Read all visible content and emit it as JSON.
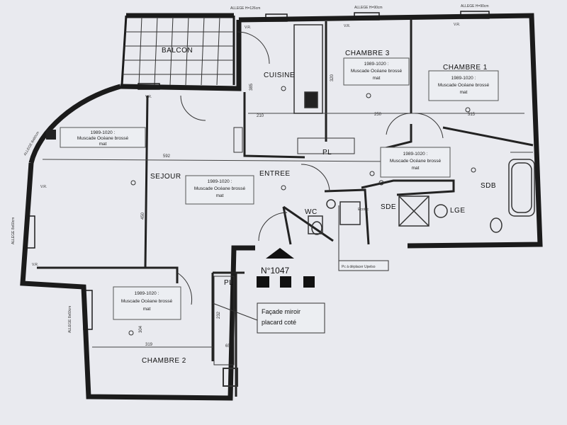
{
  "rooms": {
    "balcon": "BALCON",
    "cuisine": "CUISINE",
    "chambre3": "CHAMBRE 3",
    "chambre1": "CHAMBRE 1",
    "sejour": "SEJOUR",
    "entree": "ENTREE",
    "wc": "WC",
    "sde": "SDE",
    "sdb": "SDB",
    "lge": "LGE",
    "chambre2": "CHAMBRE 2",
    "pl1": "PL",
    "pl2": "PL"
  },
  "finish_note": {
    "line1": "1989-1020 :",
    "line2": "Muscade Océane brossé",
    "line3": "mat"
  },
  "labels": {
    "lot_number": "N°1047",
    "pc_note": "Pc à déplacer Upelso",
    "mirror_line1": "Façade miroir",
    "mirror_line2": "placard coté",
    "ecotec": "Ecotec",
    "vr_top_left": "V.R.",
    "vr_sejour": "V.R.",
    "vr_chambre3": "V.R.",
    "vr_chambre1": "V.R.",
    "vr_left_upper": "V.R.",
    "vr_left_lower": "V.R.",
    "allege_top": "ALLEGE H=126cm",
    "allege_ch3": "ALLEGE H=90cm",
    "allege_ch1": "ALLEGE H=90cm",
    "allege_left": "ALLEGE 8x60cm",
    "allege_curve": "ALLEGE 8x60cm",
    "allege_ch2": "ALLEGE 8x60cm"
  },
  "dimensions": {
    "d_cuisine_w": "210",
    "d_ch3_w": "250",
    "d_ch1_w": "315",
    "d_sejour_w": "592",
    "d_sejour_h": "450",
    "d_cuisine_h": "385",
    "d_ch3_h": "320",
    "d_ch2_w": "319",
    "d_ch2_h": "304",
    "d_pl": "232",
    "d_pl2": "65"
  },
  "colors": {
    "paper": "#e9eaef",
    "wall": "#1b1b1b",
    "line": "#2a2a2a",
    "note_fill": "#eceef2"
  }
}
